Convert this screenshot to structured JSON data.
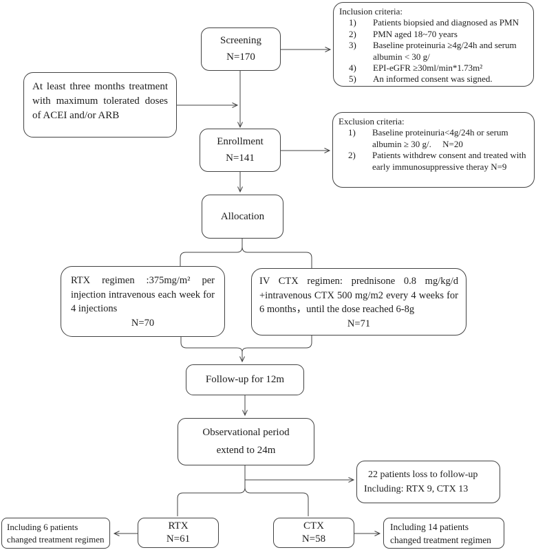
{
  "colors": {
    "line": "#414141",
    "text": "#1c1c1c",
    "background": "#ffffff"
  },
  "screening": {
    "title": "Screening",
    "n": "N=170"
  },
  "acei_note": {
    "text": "At least three months treatment with maximum tolerated doses of ACEI and/or ARB"
  },
  "inclusion": {
    "title": "Inclusion criteria:",
    "items": [
      {
        "num": "1)",
        "text": "Patients biopsied and diagnosed as PMN"
      },
      {
        "num": "2)",
        "text": "PMN aged 18~70 years"
      },
      {
        "num": "3)",
        "text": "Baseline proteinuria ≥4g/24h and serum albumin < 30 g/"
      },
      {
        "num": "4)",
        "text": "EPI-eGFR ≥30ml/min*1.73m²"
      },
      {
        "num": "5)",
        "text": "An informed consent was signed."
      }
    ]
  },
  "enrollment": {
    "title": "Enrollment",
    "n": "N=141"
  },
  "exclusion": {
    "title": "Exclusion criteria:",
    "items": [
      {
        "num": "1)",
        "text": "Baseline proteinuria<4g/24h or serum albumin ≥ 30 g/.     N=20"
      },
      {
        "num": "2)",
        "text": "Patients withdrew consent and treated with early immunosuppressive theray N=9"
      }
    ]
  },
  "allocation": {
    "title": "Allocation"
  },
  "rtx_regimen": {
    "body": "RTX regimen :375mg/m² per injection intravenous each week for 4 injections",
    "n": "N=70"
  },
  "ctx_regimen": {
    "body": "IV CTX regimen: prednisone 0.8 mg/kg/d +intravenous CTX 500 mg/m2 every 4 weeks for 6 months，until the dose reached 6-8g",
    "n": "N=71"
  },
  "followup": {
    "title": "Follow-up for 12m"
  },
  "observation": {
    "line1": "Observational period",
    "line2": "extend to 24m"
  },
  "loss_to_followup": {
    "line1": "22 patients loss to follow-up",
    "line2": "Including: RTX 9, CTX 13"
  },
  "rtx_arm": {
    "title": "RTX",
    "n": "N=61"
  },
  "ctx_arm": {
    "title": "CTX",
    "n": "N=58"
  },
  "rtx_note": {
    "line1": "Including 6 patients",
    "line2": "changed treatment regimen"
  },
  "ctx_note": {
    "line1": "Including 14 patients",
    "line2": "changed treatment regimen"
  }
}
